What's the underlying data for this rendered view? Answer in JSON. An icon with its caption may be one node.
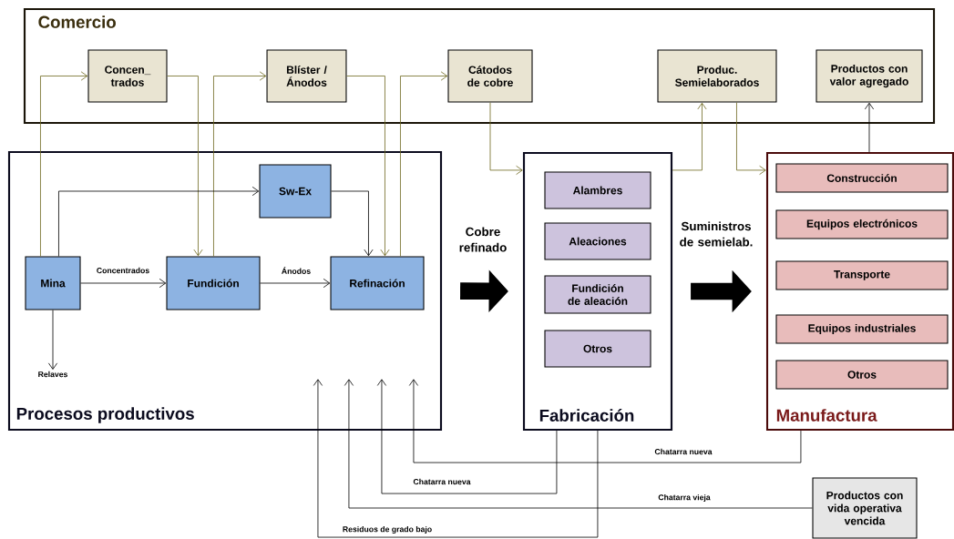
{
  "diagram": {
    "nodes": [
      {
        "text": [
          "Comercio"
        ]
      },
      {
        "text": [
          "Concen_ trados"
        ],
        "in": 0
      },
      {
        "text": [
          "Blíster / Ánodos"
        ],
        "in": 0
      },
      {
        "text": [
          "Cátodos de cobre"
        ],
        "in": 0
      },
      {
        "text": [
          "Produc. Semielaborados"
        ],
        "in": 0
      },
      {
        "text": [
          "Productos con valor agregado"
        ],
        "in": 0
      },
      {
        "text": [
          "Procesos productivos"
        ]
      },
      {
        "text": [
          "Mina"
        ],
        "in": 6
      },
      {
        "text": [
          "Fundición"
        ],
        "in": 6
      },
      {
        "text": [
          "Sw-Ex"
        ],
        "in": 6
      },
      {
        "text": [
          "Refinación"
        ],
        "in": 6
      },
      {
        "text": [
          "Relaves"
        ],
        "in": 6
      },
      {
        "text": [
          "Fabricación"
        ]
      },
      {
        "text": [
          "Alambres"
        ],
        "in": 12
      },
      {
        "text": [
          "Aleaciones"
        ],
        "in": 12
      },
      {
        "text": [
          "Fundición de aleación"
        ],
        "in": 12
      },
      {
        "text": [
          "Otros"
        ],
        "in": 12
      },
      {
        "text": [
          "Manufactura"
        ]
      },
      {
        "text": [
          "Construcción"
        ],
        "in": 17
      },
      {
        "text": [
          "Equipos electrónicos"
        ],
        "in": 17
      },
      {
        "text": [
          "Transporte"
        ],
        "in": 17
      },
      {
        "text": [
          "Equipos industriales"
        ],
        "in": 17
      },
      {
        "text": [
          "Otros"
        ],
        "in": 17
      },
      {
        "text": [
          "Productos con vida operativa vencida"
        ]
      }
    ],
    "edges": [
      {
        "from": 7,
        "to": 1,
        "arrow": "to",
        "color": "#5c4f23"
      },
      {
        "from": 1,
        "to": 8,
        "arrow": "to",
        "color": "#5c4f23"
      },
      {
        "from": 8,
        "to": 2,
        "arrow": "to",
        "color": "#5c4f23"
      },
      {
        "from": 2,
        "to": 10,
        "arrow": "to",
        "color": "#5c4f23"
      },
      {
        "from": 10,
        "to": 3,
        "arrow": "to",
        "color": "#5c4f23"
      },
      {
        "from": 3,
        "to": 12,
        "arrow": "to",
        "color": "#5c4f23"
      },
      {
        "from": 12,
        "to": 4,
        "arrow": "to",
        "color": "#5c4f23"
      },
      {
        "from": 4,
        "to": 17,
        "arrow": "to",
        "color": "#5c4f23"
      },
      {
        "from": 17,
        "to": 5,
        "arrow": "to"
      },
      {
        "from": 7,
        "to": 9,
        "arrow": "to"
      },
      {
        "from": 9,
        "to": 10,
        "arrow": "to"
      },
      {
        "from": 7,
        "to": 8,
        "arrow": "to",
        "label": "Concentrados"
      },
      {
        "from": 8,
        "to": 10,
        "arrow": "to",
        "label": "Ánodos"
      },
      {
        "from": 7,
        "to": 11,
        "arrow": "to"
      },
      {
        "from": 6,
        "to": 12,
        "arrow": "to",
        "style": "thick",
        "label": "Cobre refinado"
      },
      {
        "from": 12,
        "to": 17,
        "arrow": "to",
        "style": "thick",
        "label": "Suministros de semielab."
      },
      {
        "from": 12,
        "to": 6,
        "arrow": "to",
        "label": "Chatarra nueva"
      },
      {
        "from": 17,
        "to": 6,
        "arrow": "to",
        "label": "Chatarra nueva"
      },
      {
        "from": 23,
        "to": 6,
        "arrow": "to",
        "label": "Chatarra vieja"
      },
      {
        "from": 12,
        "to": 6,
        "arrow": "to",
        "label": "Residuos de grado bajo"
      }
    ]
  }
}
